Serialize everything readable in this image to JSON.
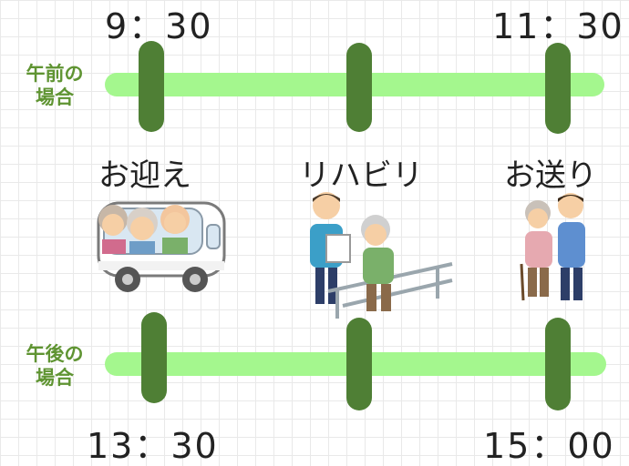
{
  "morning": {
    "label_line1": "午前の",
    "label_line2": "場合",
    "start_time": "9：30",
    "end_time": "11：30"
  },
  "afternoon": {
    "label_line1": "午後の",
    "label_line2": "場合",
    "start_time": "13：30",
    "end_time": "15：00"
  },
  "steps": [
    {
      "label": "お迎え",
      "icon": "pickup-bus-illustration"
    },
    {
      "label": "リハビリ",
      "icon": "rehabilitation-illustration"
    },
    {
      "label": "お送り",
      "icon": "escort-home-illustration"
    }
  ],
  "colors": {
    "track": "#a4f78e",
    "post": "#4f7f35",
    "label": "#5f9432"
  }
}
